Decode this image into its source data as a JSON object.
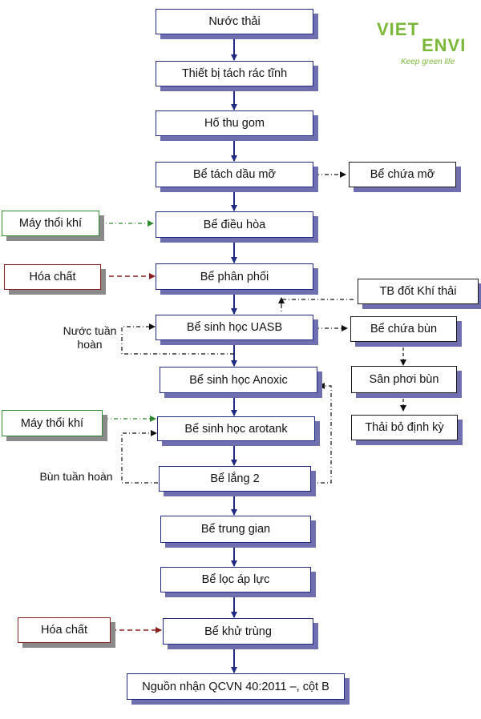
{
  "logo": {
    "word1": "VIET",
    "word2": "ENVI",
    "tagline": "Keep green life",
    "color": "#7bb83a"
  },
  "main_steps": [
    "Nước thải",
    "Thiết bị tách rác tĩnh",
    "Hố thu gom",
    "Bể tách dầu mỡ",
    "Bể điều hòa",
    "Bể phân phối",
    "Bể sinh học UASB",
    "Bể sinh học Anoxic",
    "Bể sinh học arotank",
    "Bể lắng 2",
    "Bể trung gian",
    "Bể lọc áp lực",
    "Bể khử trùng",
    "Nguồn nhận QCVN 40:2011 –, cột B"
  ],
  "side_boxes": {
    "grease_tank": "Bể chứa mỡ",
    "blower_1": "Máy thổi khí",
    "chemical_1": "Hóa chất",
    "exhaust": "TB đốt Khí thải",
    "sludge_tank": "Bể chứa bùn",
    "drying_bed": "Sân phơi bùn",
    "disposal": "Thải bỏ định kỳ",
    "blower_2": "Máy thổi khí",
    "chemical_2": "Hóa chất"
  },
  "labels": {
    "recycle_water": "Nước tuần hoàn",
    "recycle_sludge": "Bùn tuần hoàn"
  },
  "colors": {
    "main_border": "#1f2a80",
    "shadow": "#6f6fb0",
    "green": "#2f8a2f",
    "red": "#8b2020"
  }
}
